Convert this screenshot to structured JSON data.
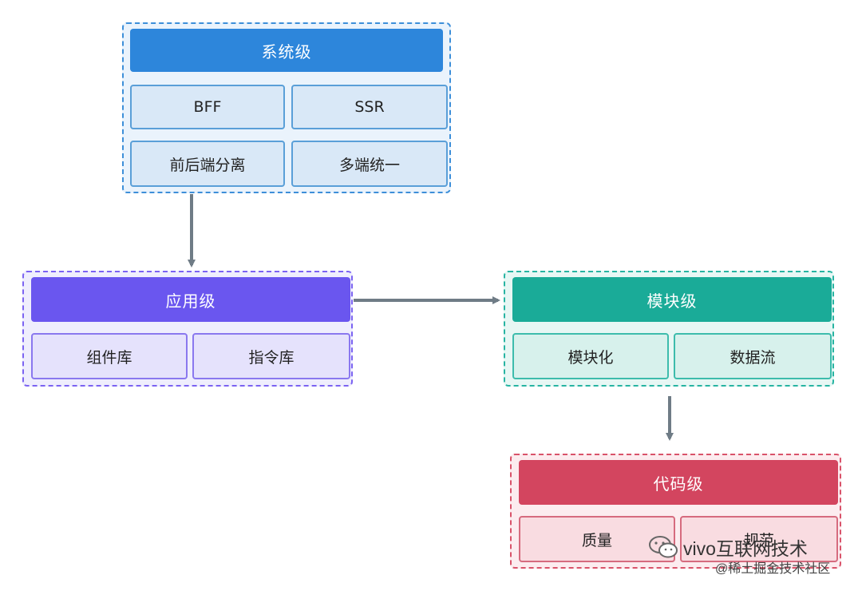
{
  "system": {
    "title": "系统级",
    "items": [
      "BFF",
      "SSR",
      "前后端分离",
      "多端统一"
    ]
  },
  "application": {
    "title": "应用级",
    "items": [
      "组件库",
      "指令库"
    ]
  },
  "module": {
    "title": "模块级",
    "items": [
      "模块化",
      "数据流"
    ]
  },
  "code": {
    "title": "代码级",
    "items": [
      "质量",
      "规范"
    ]
  },
  "watermark": {
    "icon": "wechat-icon",
    "title": "vivo互联网技术",
    "subtitle": "@稀土掘金技术社区"
  },
  "colors": {
    "system": "#2d86db",
    "application": "#6a56ef",
    "module": "#1aab98",
    "code": "#d3455f",
    "arrow": "#6f7c86"
  }
}
